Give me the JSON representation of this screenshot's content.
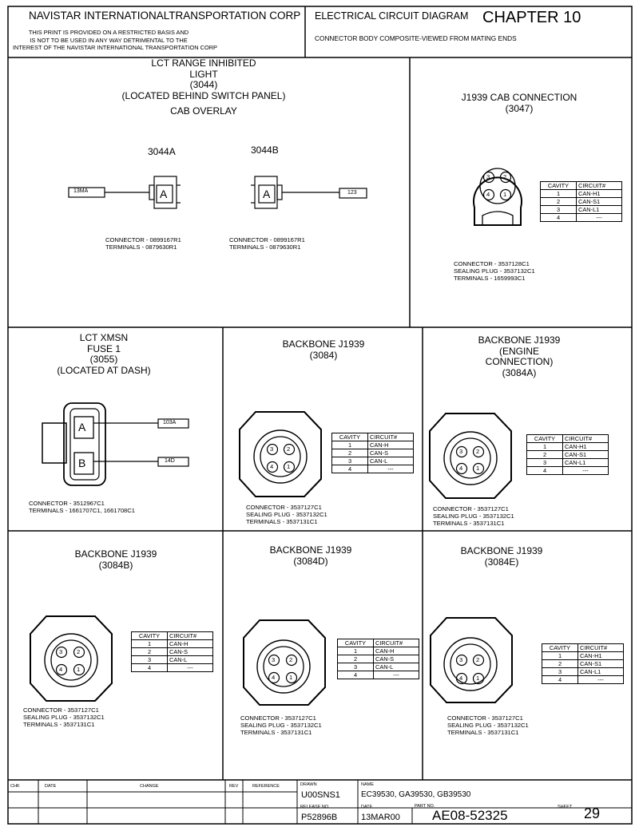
{
  "header": {
    "company": "NAVISTAR INTERNATIONALTRANSPORTATION CORP",
    "notice": [
      "THIS PRINT IS PROVIDED ON A RESTRICTED BASIS AND",
      "IS NOT TO BE USED IN ANY WAY DETRIMENTAL TO THE",
      "INTEREST OF THE NAVISTAR INTERNATIONAL TRANSPORTATION CORP"
    ],
    "diagram_title": "ELECTRICAL CIRCUIT DIAGRAM",
    "chapter": "CHAPTER 10",
    "subtitle": "CONNECTOR BODY COMPOSITE-VIEWED FROM MATING ENDS"
  },
  "panels": {
    "lct_range": {
      "title": [
        "LCT RANGE INHIBITED",
        "LIGHT",
        "(3044)",
        "(LOCATED BEHIND SWITCH PANEL)",
        "CAB OVERLAY"
      ],
      "left_label": "3044A",
      "right_label": "3044B",
      "left_pin": "A",
      "right_pin": "A",
      "left_wire": "13MA",
      "right_wire": "123",
      "left_notes": [
        "CONNECTOR - 0899167R1",
        "TERMINALS - 0879630R1"
      ],
      "right_notes": [
        "CONNECTOR - 0899167R1",
        "TERMINALS - 0879630R1"
      ]
    },
    "j1939_cab": {
      "title": [
        "J1939 CAB CONNECTION",
        "(3047)"
      ],
      "pins": [
        "3",
        "2",
        "4",
        "1"
      ],
      "table": {
        "headers": [
          "CAVITY",
          "CIRCUIT#"
        ],
        "rows": [
          [
            "1",
            "CAN-H1"
          ],
          [
            "2",
            "CAN-S1"
          ],
          [
            "3",
            "CAN-L1"
          ],
          [
            "4",
            "---"
          ]
        ]
      },
      "notes": [
        "CONNECTOR    - 3537128C1",
        "SEALING PLUG - 3537132C1",
        "TERMINALS    - 1659993C1"
      ]
    },
    "lct_xmsn": {
      "title": [
        "LCT XMSN",
        "FUSE 1",
        "(3055)",
        "(LOCATED AT DASH)"
      ],
      "pins": [
        "A",
        "B"
      ],
      "wires": [
        "103A",
        "14D"
      ],
      "notes": [
        "CONNECTOR - 3512967C1",
        "TERMINALS - 1661707C1, 1661708C1"
      ]
    },
    "bb_3084": {
      "title": [
        "BACKBONE J1939",
        "(3084)"
      ],
      "pins": [
        "3",
        "2",
        "4",
        "1"
      ],
      "table": {
        "headers": [
          "CAVITY",
          "CIRCUIT#"
        ],
        "rows": [
          [
            "1",
            "CAN-H"
          ],
          [
            "2",
            "CAN-S"
          ],
          [
            "3",
            "CAN-L"
          ],
          [
            "4",
            "---"
          ]
        ]
      },
      "notes": [
        "CONNECTOR    - 3537127C1",
        "SEALING PLUG - 3537132C1",
        "TERMINALS    - 3537131C1"
      ]
    },
    "bb_3084a": {
      "title": [
        "BACKBONE J1939",
        "(ENGINE",
        "CONNECTION)",
        "(3084A)"
      ],
      "pins": [
        "3",
        "2",
        "4",
        "1"
      ],
      "table": {
        "headers": [
          "CAVITY",
          "CIRCUIT#"
        ],
        "rows": [
          [
            "1",
            "CAN-H1"
          ],
          [
            "2",
            "CAN-S1"
          ],
          [
            "3",
            "CAN-L1"
          ],
          [
            "4",
            "---"
          ]
        ]
      },
      "notes": [
        "CONNECTOR    - 3537127C1",
        "SEALING PLUG - 3537132C1",
        "TERMINALS    - 3537131C1"
      ]
    },
    "bb_3084b": {
      "title": [
        "BACKBONE J1939",
        "(3084B)"
      ],
      "pins": [
        "3",
        "2",
        "4",
        "1"
      ],
      "table": {
        "headers": [
          "CAVITY",
          "CIRCUIT#"
        ],
        "rows": [
          [
            "1",
            "CAN-H"
          ],
          [
            "2",
            "CAN-S"
          ],
          [
            "3",
            "CAN-L"
          ],
          [
            "4",
            "---"
          ]
        ]
      },
      "notes": [
        "CONNECTOR    - 3537127C1",
        "SEALING PLUG - 3537132C1",
        "TERMINALS    - 3537131C1"
      ]
    },
    "bb_3084d": {
      "title": [
        "BACKBONE J1939",
        "(3084D)"
      ],
      "pins": [
        "3",
        "2",
        "4",
        "1"
      ],
      "table": {
        "headers": [
          "CAVITY",
          "CIRCUIT#"
        ],
        "rows": [
          [
            "1",
            "CAN-H"
          ],
          [
            "2",
            "CAN-S"
          ],
          [
            "3",
            "CAN-L"
          ],
          [
            "4",
            "---"
          ]
        ]
      },
      "notes": [
        "CONNECTOR    - 3537127C1",
        "SEALING PLUG - 3537132C1",
        "TERMINALS    - 3537131C1"
      ]
    },
    "bb_3084e": {
      "title": [
        "BACKBONE J1939",
        "(3084E)"
      ],
      "pins": [
        "3",
        "2",
        "4",
        "1"
      ],
      "table": {
        "headers": [
          "CAVITY",
          "CIRCUIT#"
        ],
        "rows": [
          [
            "1",
            "CAN-H1"
          ],
          [
            "2",
            "CAN-S1"
          ],
          [
            "3",
            "CAN-L1"
          ],
          [
            "4",
            "---"
          ]
        ]
      },
      "notes": [
        "CONNECTOR    - 3537127C1",
        "SEALING PLUG - 3537132C1",
        "TERMINALS    - 3537131C1"
      ]
    }
  },
  "title_block": {
    "col_labels": {
      "chk": "CHK",
      "date": "DATE",
      "change": "CHANGE",
      "rev": "REV",
      "reference": "REFERENCE"
    },
    "drawn_label": "DRAWN",
    "drawn": "U00SNS1",
    "name_label": "NAME",
    "name": "EC39530, GA39530, GB39530",
    "release_label": "RELEASE NO.",
    "release": "P52896B",
    "date_label": "DATE",
    "date": "13MAR00",
    "part_label": "PART NO.",
    "part": "AE08-52325",
    "sheet_label": "SHEET",
    "sheet": "29"
  }
}
